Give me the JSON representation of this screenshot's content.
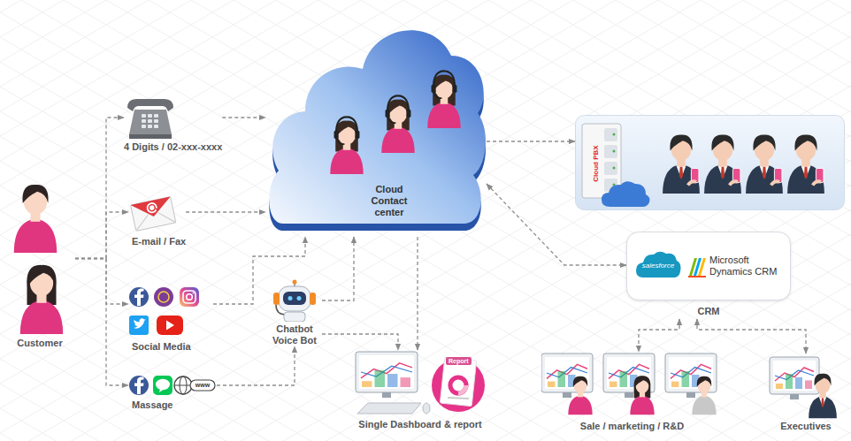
{
  "diagram": {
    "nodes": [
      {
        "text": [
          "Customer"
        ]
      },
      {
        "text": [
          "4 Digits / 02-xxx-xxxx"
        ]
      },
      {
        "text": [
          "E-mail / Fax"
        ]
      },
      {
        "text": [
          "Social Media"
        ]
      },
      {
        "text": [
          "Massage"
        ]
      },
      {
        "text": [
          "Chatbot Voice Bot"
        ]
      },
      {
        "text": [
          "Cloud Contact center"
        ]
      },
      {
        "text": [
          "Cloud PBX"
        ]
      },
      {
        "text": [
          "salesforce",
          "Microsoft Dynamics CRM",
          "CRM"
        ]
      },
      {
        "text": [
          "Single Dashboard & report"
        ]
      },
      {
        "text": [
          "Sale / marketing / R&D"
        ]
      },
      {
        "text": [
          "Executives"
        ]
      }
    ],
    "edges": [
      {
        "from": 0,
        "to": 1,
        "arrow": "to"
      },
      {
        "from": 0,
        "to": 2,
        "arrow": "to"
      },
      {
        "from": 0,
        "to": 3,
        "arrow": "to"
      },
      {
        "from": 0,
        "to": 4,
        "arrow": "to"
      },
      {
        "from": 1,
        "to": 6,
        "arrow": "to"
      },
      {
        "from": 2,
        "to": 6,
        "arrow": "to"
      },
      {
        "from": 3,
        "to": 6,
        "arrow": "to"
      },
      {
        "from": 4,
        "to": 5,
        "arrow": "to"
      },
      {
        "from": 5,
        "to": 6,
        "arrow": "to"
      },
      {
        "from": 5,
        "to": 9,
        "arrow": "to"
      },
      {
        "from": 6,
        "to": 9,
        "arrow": "to"
      },
      {
        "from": 6,
        "to": 7,
        "arrow": "to"
      },
      {
        "from": 6,
        "to": 8,
        "arrow": "both"
      },
      {
        "from": 8,
        "to": 10,
        "arrow": "both"
      },
      {
        "from": 8,
        "to": 11,
        "arrow": "both"
      }
    ],
    "labels": [
      "Report",
      "www"
    ]
  }
}
